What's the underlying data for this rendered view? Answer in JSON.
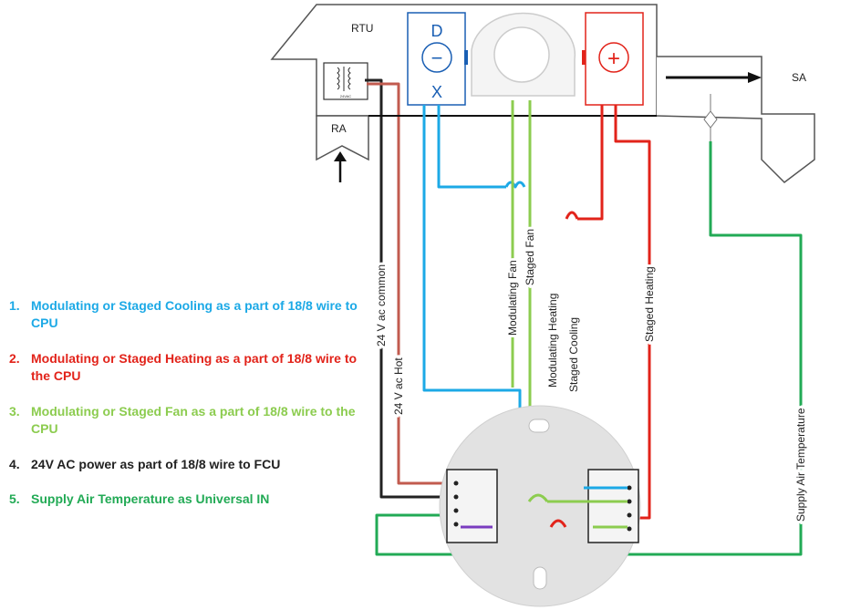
{
  "colors": {
    "cooling": "#1ca9e6",
    "heating": "#e2231a",
    "fan": "#8ccc4f",
    "power": "#222222",
    "power_hot": "#c25b4f",
    "supply_air": "#22aa55",
    "unit_outline": "#555555",
    "thermostat_plate": "#e2e2e2"
  },
  "diagram": {
    "rtu_label": "RTU",
    "ra_label": "RA",
    "sa_label": "SA",
    "transformer_label": "24VAC",
    "dx_top": "D",
    "dx_bottom": "X",
    "dx_symbol": "−",
    "heater_symbol": "+",
    "wires": {
      "vac_common": "24 V ac common",
      "vac_hot": "24 V ac Hot",
      "modulating_fan": "Modulating Fan",
      "staged_fan": "Staged Fan",
      "modulating_heating": "Modulating Heating",
      "staged_cooling": "Staged Cooling",
      "staged_heating": "Staged Heating",
      "supply_air_temp": "Supply Air Temperature"
    }
  },
  "legend": [
    {
      "num": "1.",
      "text": "Modulating or Staged Cooling as a part of 18/8 wire to CPU",
      "color": "#1ca9e6"
    },
    {
      "num": "2.",
      "text": "Modulating or Staged Heating as a part of 18/8 wire to the CPU",
      "color": "#e2231a"
    },
    {
      "num": "3.",
      "text": "Modulating or Staged Fan as a part of 18/8 wire to the CPU",
      "color": "#8ccc4f"
    },
    {
      "num": "4.",
      "text": "24V AC power as part of 18/8 wire to FCU",
      "color": "#222222"
    },
    {
      "num": "5.",
      "text": "Supply Air Temperature as Universal IN",
      "color": "#22aa55"
    }
  ]
}
